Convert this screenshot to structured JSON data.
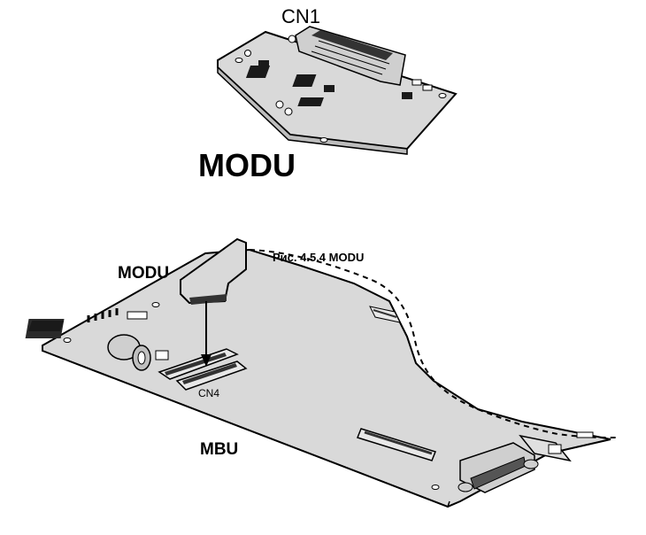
{
  "labels": {
    "cn1": "CN1",
    "modu_big": "MODU",
    "modu_small": "MODU",
    "caption": "Рис. 4.5.4 MODU",
    "cn4": "CN4",
    "mbu": "MBU"
  },
  "colors": {
    "board_fill": "#d8d8d8",
    "outline": "#000000",
    "chip": "#1a1a1a",
    "background": "#ffffff"
  }
}
